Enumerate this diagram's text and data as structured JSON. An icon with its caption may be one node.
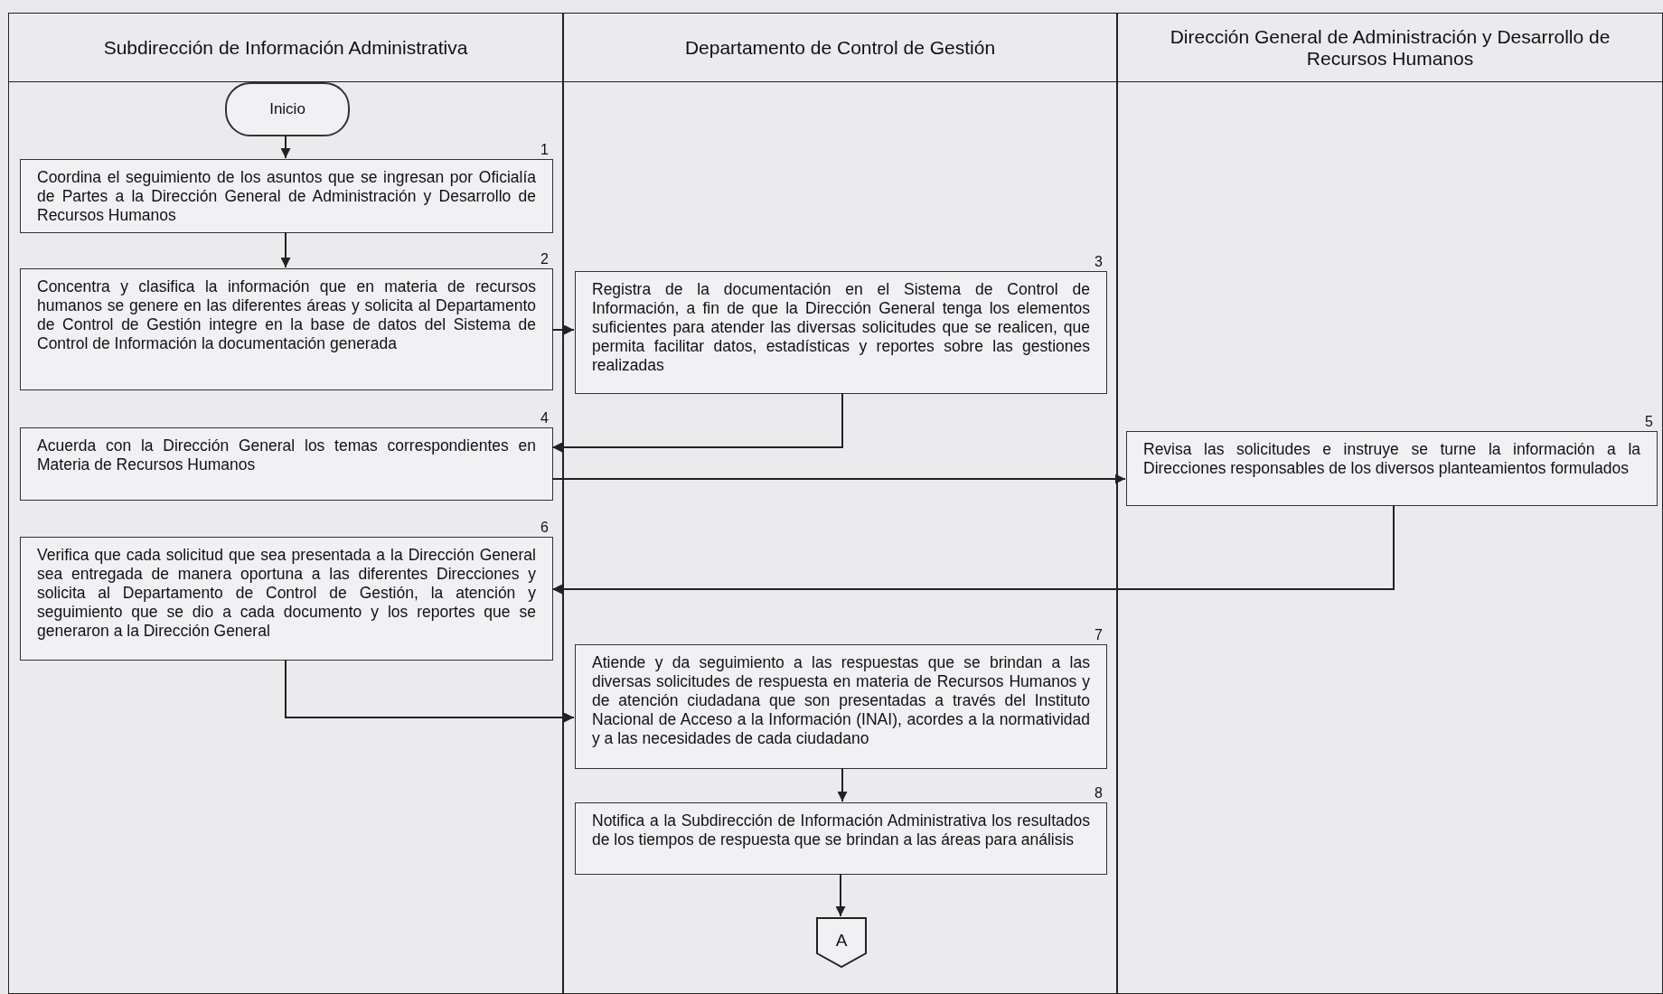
{
  "diagram": {
    "nodes": [
      {
        "text": [
          "Subdirección de Información Administrativa"
        ]
      },
      {
        "text": [
          "Departamento de Control de Gestión"
        ]
      },
      {
        "text": [
          "Dirección General de Administración y Desarrollo de Recursos Humanos"
        ]
      },
      {
        "text": [
          "Inicio"
        ],
        "in": 0
      },
      {
        "text": [
          "Coordina el seguimiento de los asuntos que se ingresan por Oficialía de Partes a la Dirección General de Administración y Desarrollo de Recursos Humanos"
        ],
        "in": 0,
        "beside": [
          "1"
        ]
      },
      {
        "text": [
          "Concentra y clasifica la información que en materia de recursos humanos se genere en las diferentes áreas y solicita al Departamento de Control de Gestión integre en la base de datos del Sistema de Control de Información la documentación generada"
        ],
        "in": 0,
        "beside": [
          "2"
        ]
      },
      {
        "text": [
          "Registra de la documentación en el Sistema de Control de Información, a fin de que la Dirección General tenga los elementos suficientes para atender las diversas solicitudes que se realicen, que permita facilitar datos, estadísticas y reportes sobre las gestiones realizadas"
        ],
        "in": 1,
        "beside": [
          "3"
        ]
      },
      {
        "text": [
          "Acuerda con la Dirección General los temas correspondientes en Materia de Recursos Humanos"
        ],
        "in": 0,
        "beside": [
          "4"
        ]
      },
      {
        "text": [
          "Revisa las solicitudes e instruye se turne la información a la Direcciones responsables de los diversos planteamientos formulados"
        ],
        "in": 2,
        "beside": [
          "5"
        ]
      },
      {
        "text": [
          "Verifica que cada solicitud que sea presentada a la Dirección General sea entregada de manera oportuna a las diferentes Direcciones y solicita al Departamento de Control de Gestión, la atención y seguimiento que se dio a cada documento y los reportes que se generaron a la Dirección General"
        ],
        "in": 0,
        "beside": [
          "6"
        ]
      },
      {
        "text": [
          "Atiende y da seguimiento a las respuestas que se brindan a las diversas solicitudes de respuesta en materia de Recursos Humanos y de atención ciudadana que son presentadas a través del Instituto Nacional de Acceso a la Información (INAI), acordes a la normatividad y a las necesidades de cada ciudadano"
        ],
        "in": 1,
        "beside": [
          "7"
        ]
      },
      {
        "text": [
          "Notifica a la Subdirección de Información Administrativa los resultados de los tiempos de respuesta que se brindan a las áreas para análisis"
        ],
        "in": 1,
        "beside": [
          "8"
        ]
      },
      {
        "text": [
          "A"
        ],
        "in": 1
      }
    ],
    "edges": [
      {
        "from": 3,
        "to": 4,
        "arrow": "to"
      },
      {
        "from": 4,
        "to": 5,
        "arrow": "to"
      },
      {
        "from": 5,
        "to": 6,
        "arrow": "to"
      },
      {
        "from": 6,
        "to": 7,
        "arrow": "to"
      },
      {
        "from": 7,
        "to": 8,
        "arrow": "to"
      },
      {
        "from": 8,
        "to": 9,
        "arrow": "to"
      },
      {
        "from": 9,
        "to": 10,
        "arrow": "to"
      },
      {
        "from": 10,
        "to": 11,
        "arrow": "to"
      },
      {
        "from": 11,
        "to": 12,
        "arrow": "to"
      }
    ]
  }
}
